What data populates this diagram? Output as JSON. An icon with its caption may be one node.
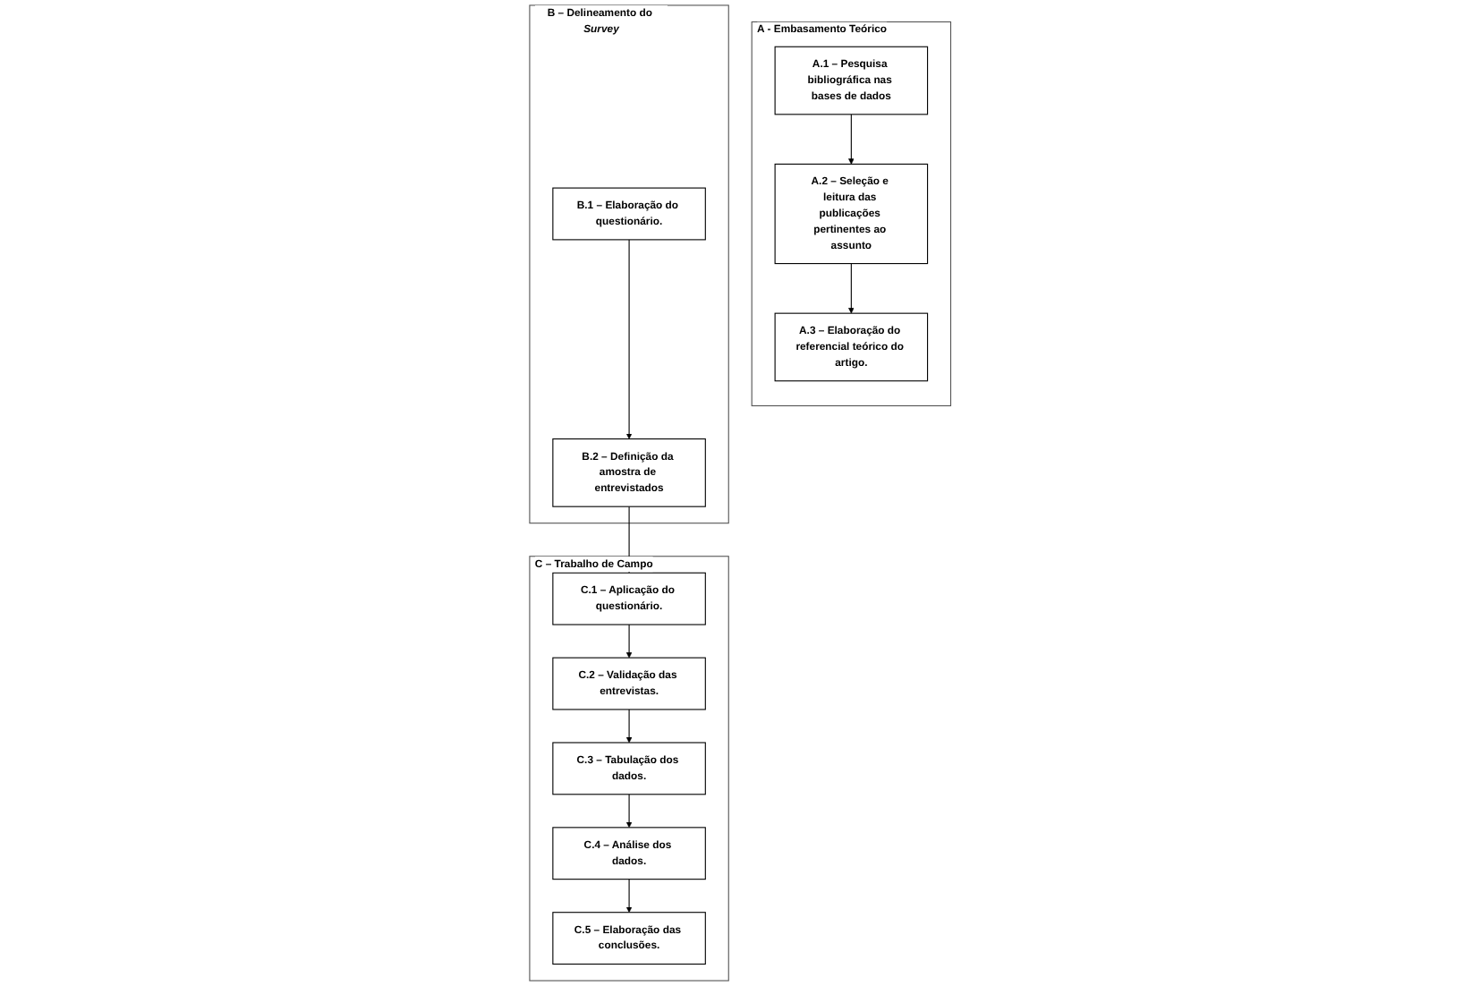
{
  "diagram": {
    "nodes": [
      {
        "text": [
          "A - Embasamento Teórico"
        ]
      },
      {
        "text": [
          "A.1 – Pesquisa bibliográfica nas bases de dados"
        ],
        "in": 0
      },
      {
        "text": [
          "A.2 – Seleção e leitura das publicações pertinentes ao assunto"
        ],
        "in": 0
      },
      {
        "text": [
          "A.3 – Elaboração do referencial teórico do artigo."
        ],
        "in": 0
      },
      {
        "text": [
          "B – Delineamento do *Survey*"
        ]
      },
      {
        "text": [
          "B.1 – Elaboração do questionário."
        ],
        "in": 4
      },
      {
        "text": [
          "B.2 – Definição da amostra de entrevistados"
        ],
        "in": 4
      },
      {
        "text": [
          "C – Trabalho de Campo"
        ]
      },
      {
        "text": [
          "C.1 – Aplicação do questionário."
        ],
        "in": 7
      },
      {
        "text": [
          "C.2 – Validação das entrevistas."
        ],
        "in": 7
      },
      {
        "text": [
          "C.3 – Tabulação dos dados."
        ],
        "in": 7
      },
      {
        "text": [
          "C.4 – Análise dos dados."
        ],
        "in": 7
      },
      {
        "text": [
          "C.5 – Elaboração das conclusões."
        ],
        "in": 7
      }
    ],
    "edges": [
      {
        "from": 1,
        "to": 2,
        "arrow": "to"
      },
      {
        "from": 2,
        "to": 3,
        "arrow": "to"
      },
      {
        "from": 5,
        "to": 6,
        "arrow": "to"
      },
      {
        "from": 6,
        "to": 8,
        "arrow": "to"
      },
      {
        "from": 8,
        "to": 9,
        "arrow": "to"
      },
      {
        "from": 9,
        "to": 10,
        "arrow": "to"
      },
      {
        "from": 10,
        "to": 11,
        "arrow": "to"
      },
      {
        "from": 11,
        "to": 12,
        "arrow": "to"
      }
    ]
  }
}
